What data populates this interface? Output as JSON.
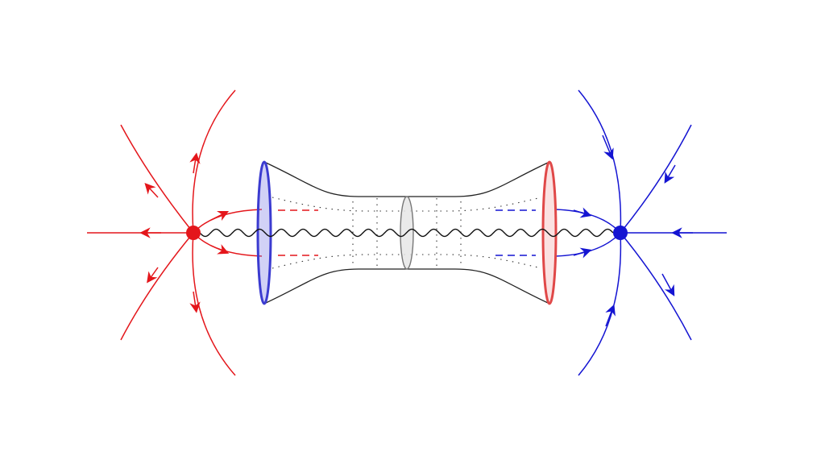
{
  "diagram": {
    "description_free": true,
    "colors": {
      "background": "#ffffff",
      "source_charge": "#e4161b",
      "sink_charge": "#1414d2",
      "tube_outline": "#222222",
      "left_mouth_fill": "#7a7ae6",
      "left_mouth_stroke": "#3b3bd0",
      "right_mouth_fill": "#f29a9a",
      "right_mouth_stroke": "#e04848",
      "throat_fill": "#e6e6e6",
      "throat_stroke": "#777777",
      "string": "#111111",
      "dotted_guides": "#333333"
    },
    "elements": {
      "left_charge": "red-point-charge",
      "right_charge": "blue-point-charge",
      "wormhole": "wormhole-tube",
      "connector": "wavy-string",
      "left_field_lines": "diverging-field-lines",
      "right_field_lines": "converging-field-lines"
    }
  }
}
